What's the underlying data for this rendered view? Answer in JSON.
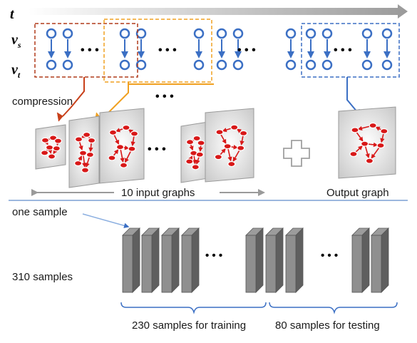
{
  "diagram": {
    "time_axis": {
      "label": "t"
    },
    "rows": {
      "source_label": "v",
      "source_sub": "s",
      "target_label": "v",
      "target_sub": "t"
    },
    "labels": {
      "compression": "compression",
      "input_graphs": "10 input graphs",
      "output_graph": "Output graph",
      "one_sample": "one sample",
      "total_samples": "310 samples",
      "training": "230 samples for training",
      "testing": "80 samples for testing"
    },
    "ellipsis": "• • •",
    "colors": {
      "node_blue": "#3b6fc4",
      "box_red": "#b03a1a",
      "box_orange": "#f0a020",
      "box_blue": "#3b6fc4",
      "arrow_red": "#c8401a",
      "graph_red": "#d81818",
      "separator": "#7b9fd4",
      "block_gray": "#8f8f8f"
    },
    "icons": [
      "plus-icon",
      "time-arrow-icon",
      "range-arrow-icon",
      "brace-icon"
    ]
  }
}
